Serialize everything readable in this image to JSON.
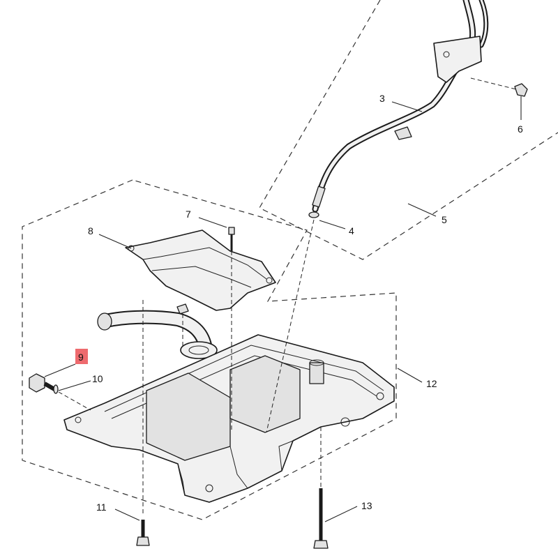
{
  "callouts": [
    {
      "id": "c1",
      "text": "3"
    },
    {
      "id": "c2",
      "text": "6"
    },
    {
      "id": "c3",
      "text": "5"
    },
    {
      "id": "c4",
      "text": "4"
    },
    {
      "id": "c5",
      "text": "7"
    },
    {
      "id": "c6",
      "text": "8"
    },
    {
      "id": "c7",
      "text": "9"
    },
    {
      "id": "c8",
      "text": "10"
    },
    {
      "id": "c9",
      "text": "12"
    },
    {
      "id": "c10",
      "text": "11"
    },
    {
      "id": "c11",
      "text": "13"
    }
  ],
  "highlight": {
    "callout": "9",
    "color": "#e8383d"
  },
  "colors": {
    "line": "#1a1a1a",
    "fill": "#f1f1f1",
    "shade": "#e2e2e2"
  }
}
